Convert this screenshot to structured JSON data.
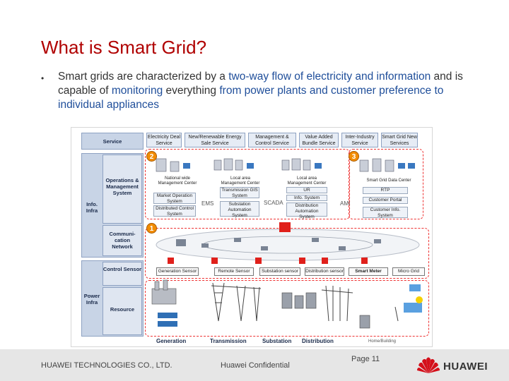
{
  "slide": {
    "title": "What is Smart Grid?",
    "bullet_symbol": "•",
    "bullet_parts": [
      {
        "text": "Smart grids are characterized by a ",
        "highlight": false
      },
      {
        "text": "two-way flow of electricity and information",
        "highlight": true
      },
      {
        "text": " and is capable of ",
        "highlight": false
      },
      {
        "text": "monitoring",
        "highlight": true
      },
      {
        "text": " everything ",
        "highlight": false
      },
      {
        "text": "from power plants and customer preference to individual appliances",
        "highlight": true
      }
    ],
    "highlight_color": "#1f4e9a",
    "title_color": "#b00000"
  },
  "diagram": {
    "layers": {
      "service": "Service",
      "ops": "Operations & Management System",
      "info_infra": "Info. Infra",
      "comm": "Communi-cation Network",
      "control": "Control Sensor",
      "power_infra": "Power Infra",
      "resource": "Resource"
    },
    "services": [
      "Electricity Deal Service",
      "New/Renewable Energy Sale Service",
      "Management & Control Service",
      "Value Added Bundle Service",
      "Inter-Industry Service",
      "Smart Grid New Services"
    ],
    "badges": [
      "2",
      "3",
      "1"
    ],
    "centers": {
      "nationwide": "National wide Management Center",
      "local": "Local area Management Center",
      "local2": "Local area Management Center",
      "data_center": "Smart Grid Data Center"
    },
    "systems": {
      "market": "Market Operation System",
      "distributed": "Distributed Control System",
      "ems": "EMS",
      "transmission_gis": "Transmission GIS System",
      "substation_auto": "Substation Automation System",
      "scada": "SCADA",
      "ur": "UR",
      "info_system": "Info. System",
      "distribution_auto": "Distribution Automation System",
      "ami": "AMI",
      "rtp": "RTP",
      "customer_portal": "Customer Portal",
      "customer_info": "Customer Info. System"
    },
    "sensors": [
      "Generation Sensor",
      "Remote Sensor",
      "Substation sensor",
      "Distribution sensor",
      "Smart Meter",
      "Micro Grid"
    ],
    "bottom_labels": [
      "Generation",
      "Transmission",
      "Substation",
      "Distribution"
    ],
    "home_building": "Home/Building",
    "colors": {
      "accent_red": "#e0201b",
      "badge_orange": "#f28c00",
      "layer_blue": "#c8d4e6"
    }
  },
  "footer": {
    "company": "HUAWEI TECHNOLOGIES CO., LTD.",
    "confidential": "Huawei Confidential",
    "page": "Page 11",
    "logo_text": "HUAWEI",
    "logo_icon": "huawei-petal-logo-icon"
  }
}
